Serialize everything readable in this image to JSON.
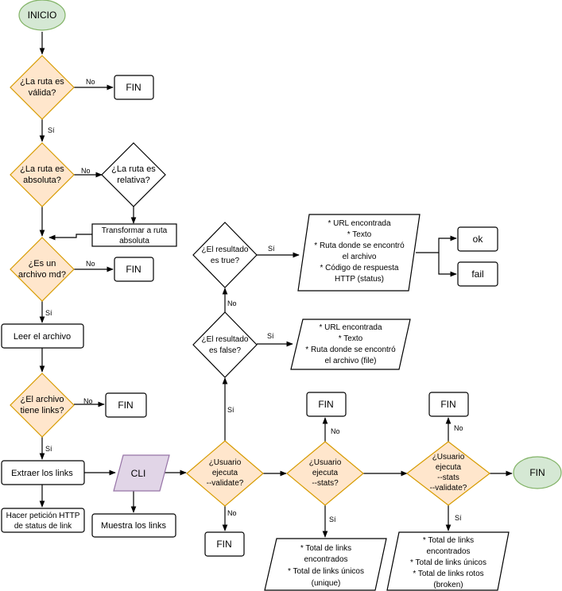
{
  "nodes": {
    "inicio": "INICIO",
    "ruta_valida": [
      "¿La ruta es",
      "válida?"
    ],
    "fin1": "FIN",
    "ruta_absoluta": [
      "¿La ruta es",
      "absoluta?"
    ],
    "ruta_relativa": [
      "¿La ruta es",
      "relativa?"
    ],
    "transformar": [
      "Transformar a ruta",
      "absoluta"
    ],
    "archivo_md": [
      "¿Es un",
      "archivo md?"
    ],
    "fin2": "FIN",
    "leer": "Leer el archivo",
    "tiene_links": [
      "¿El archivo",
      "tiene links?"
    ],
    "fin3": "FIN",
    "extraer": "Extraer los links",
    "peticion": [
      "Hacer petición HTTP",
      "de status de link"
    ],
    "cli": "CLI",
    "muestra": "Muestra los links",
    "validate": [
      "¿Usuario",
      "ejecuta",
      "--validate?"
    ],
    "fin4": "FIN",
    "es_false": [
      "¿El resultado",
      "es false?"
    ],
    "out_false": [
      "* URL encontrada",
      "* Texto",
      "* Ruta donde se encontró",
      "el archivo (file)"
    ],
    "es_true": [
      "¿El resultado",
      "es true?"
    ],
    "out_true": [
      "* URL encontrada",
      "* Texto",
      "* Ruta donde se encontró",
      "el archivo",
      "* Código de respuesta",
      "HTTP (status)"
    ],
    "ok": "ok",
    "fail": "fail",
    "stats": [
      "¿Usuario",
      "ejecuta",
      "--stats?"
    ],
    "fin5": "FIN",
    "out_stats": [
      "* Total de links",
      "encontrados",
      "* Total de links únicos",
      "(unique)"
    ],
    "stats_validate": [
      "¿Usuario",
      "ejecuta",
      "--stats",
      "--validate?"
    ],
    "fin6": "FIN",
    "out_stats_validate": [
      "* Total de links",
      "encontrados",
      "* Total de links únicos",
      "* Total de links rotos",
      "(broken)"
    ],
    "fin_end": "FIN"
  },
  "edge_labels": {
    "no": "No",
    "si": "Sí"
  },
  "colors": {
    "start_fill": "#d5e8d4",
    "start_stroke": "#82b366",
    "decision_fill": "#ffe6cc",
    "decision_stroke": "#d79b00",
    "io_fill": "#e1d5e7",
    "io_stroke": "#9673a6",
    "line": "#000000"
  }
}
